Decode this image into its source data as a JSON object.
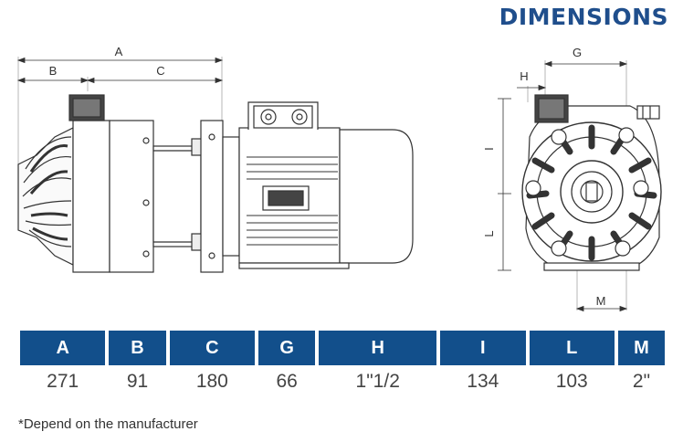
{
  "title": "DIMENSIONS",
  "labels": {
    "A": "A",
    "B": "B",
    "C": "C",
    "G": "G",
    "H": "H",
    "I": "I",
    "L": "L",
    "M": "M"
  },
  "table": {
    "headers": [
      "A",
      "B",
      "C",
      "G",
      "H",
      "I",
      "L",
      "M"
    ],
    "values": [
      "271",
      "91",
      "180",
      "66",
      "1\"1/2",
      "134",
      "103",
      "2\""
    ]
  },
  "footnote": "*Depend on the manufacturer",
  "colors": {
    "title": "#1f4e8c",
    "table_header": "#124f8b",
    "line": "#333333"
  }
}
